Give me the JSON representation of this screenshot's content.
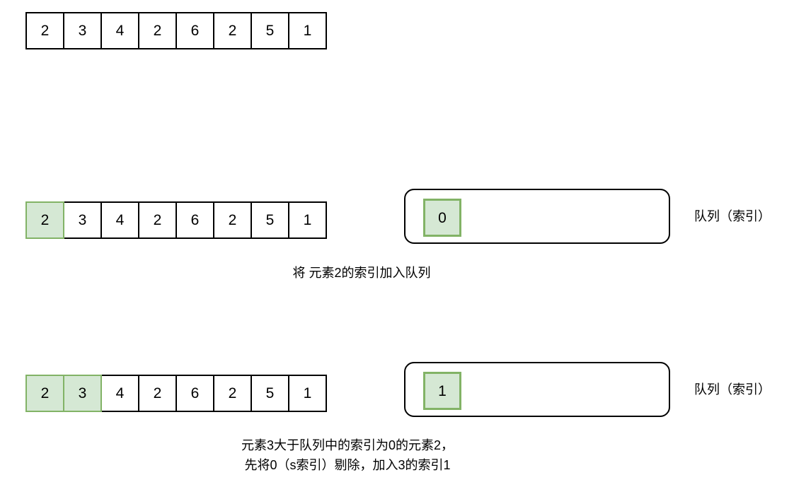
{
  "colors": {
    "highlight_fill": "#d5e8d4",
    "highlight_stroke": "#82b366",
    "stroke": "#000000",
    "background": "#ffffff"
  },
  "steps": [
    {
      "id": "initial",
      "array": {
        "values": [
          "2",
          "3",
          "4",
          "2",
          "6",
          "2",
          "5",
          "1"
        ],
        "highlighted": [
          false,
          false,
          false,
          false,
          false,
          false,
          false,
          false
        ]
      },
      "queue": null,
      "queue_label": null,
      "caption": null
    },
    {
      "id": "push-index-0",
      "array": {
        "values": [
          "2",
          "3",
          "4",
          "2",
          "6",
          "2",
          "5",
          "1"
        ],
        "highlighted": [
          true,
          false,
          false,
          false,
          false,
          false,
          false,
          false
        ]
      },
      "queue": {
        "items": [
          "0"
        ]
      },
      "queue_label": "队列（索引）",
      "caption": "将 元素2的索引加入队列"
    },
    {
      "id": "pop-0-push-1",
      "array": {
        "values": [
          "2",
          "3",
          "4",
          "2",
          "6",
          "2",
          "5",
          "1"
        ],
        "highlighted": [
          true,
          true,
          false,
          false,
          false,
          false,
          false,
          false
        ]
      },
      "queue": {
        "items": [
          "1"
        ]
      },
      "queue_label": "队列（索引）",
      "caption_line1": "元素3大于队列中的索引为0的元素2，",
      "caption_line2": "先将0（s索引）剔除，加入3的索引1"
    }
  ]
}
